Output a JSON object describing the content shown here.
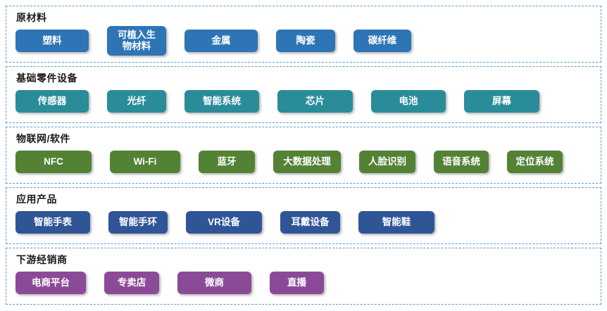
{
  "colors": {
    "box_border": "#5B9BD5",
    "row1_button": "#2E75B6",
    "row2_button": "#2A8C99",
    "row3_button": "#548235",
    "row4_button": "#2F5597",
    "row5_button": "#8B4A97"
  },
  "rows": [
    {
      "id": "raw-materials",
      "label": "原材料",
      "color": "#2E75B6",
      "items": [
        {
          "label": "塑料",
          "width": 104
        },
        {
          "label": "可植入生物材料",
          "width": 84,
          "tall": true
        },
        {
          "label": "金属",
          "width": 104
        },
        {
          "label": "陶瓷",
          "width": 84
        },
        {
          "label": "碳纤维",
          "width": 82
        }
      ]
    },
    {
      "id": "basic-components",
      "label": "基础零件设备",
      "color": "#2A8C99",
      "items": [
        {
          "label": "传感器",
          "width": 104
        },
        {
          "label": "光纤",
          "width": 84
        },
        {
          "label": "智能系统",
          "width": 106
        },
        {
          "label": "芯片",
          "width": 107
        },
        {
          "label": "电池",
          "width": 106
        },
        {
          "label": "屏幕",
          "width": 107
        }
      ]
    },
    {
      "id": "iot-software",
      "label": "物联网/软件",
      "color": "#548235",
      "items": [
        {
          "label": "NFC",
          "width": 108
        },
        {
          "label": "Wi-Fi",
          "width": 100
        },
        {
          "label": "蓝牙",
          "width": 80
        },
        {
          "label": "大数据处理",
          "width": 96
        },
        {
          "label": "人脸识别",
          "width": 80
        },
        {
          "label": "语音系统",
          "width": 78
        },
        {
          "label": "定位系统",
          "width": 79
        }
      ]
    },
    {
      "id": "application-products",
      "label": "应用产品",
      "color": "#2F5597",
      "items": [
        {
          "label": "智能手表",
          "width": 106
        },
        {
          "label": "智能手环",
          "width": 84
        },
        {
          "label": "VR设备",
          "width": 108
        },
        {
          "label": "耳戴设备",
          "width": 85
        },
        {
          "label": "智能鞋",
          "width": 108
        }
      ]
    },
    {
      "id": "downstream-distributors",
      "label": "下游经销商",
      "color": "#8B4A97",
      "items": [
        {
          "label": "电商平台",
          "width": 100
        },
        {
          "label": "专卖店",
          "width": 78
        },
        {
          "label": "微商",
          "width": 105
        },
        {
          "label": "直播",
          "width": 77
        }
      ]
    }
  ]
}
